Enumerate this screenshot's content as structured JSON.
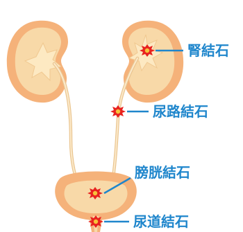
{
  "labels": {
    "kidney_stone": "腎結石",
    "ureteral_stone": "尿路結石",
    "bladder_stone": "膀胱結石",
    "urethral_stone": "尿道結石"
  },
  "colors": {
    "kidney": "#f5b27a",
    "kidney_inner": "#f8d9a8",
    "pelvis": "#fde9c2",
    "bladder_outer": "#f5b27a",
    "bladder_inner": "#f8d9a8",
    "ureter": "#f8d9a8",
    "stone": "#e8221f",
    "label": "#1f86cc"
  }
}
